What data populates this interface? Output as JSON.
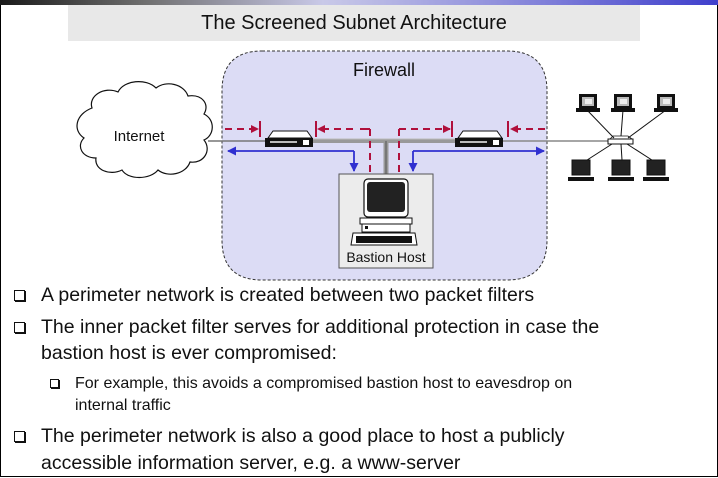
{
  "slide": {
    "title": "The Screened Subnet Architecture"
  },
  "diagram": {
    "firewall_label": "Firewall",
    "internet_label": "Internet",
    "bastion_label": "Bastion Host",
    "colors": {
      "firewall_fill": "#dcdcf5",
      "filter_arrow": "#b0103c",
      "traffic_arrow": "#3030d0",
      "title_band": "#e8e8e8"
    }
  },
  "bullets": [
    {
      "level": 1,
      "lines": [
        "A perimeter network is created between two packet filters"
      ]
    },
    {
      "level": 1,
      "lines": [
        "The inner packet filter serves for additional protection in case the",
        "bastion host is ever compromised:"
      ]
    },
    {
      "level": 2,
      "lines": [
        "For example, this avoids a compromised bastion host to eavesdrop on",
        "internal traffic"
      ]
    },
    {
      "level": 1,
      "lines": [
        "The perimeter network is also a good place to host a publicly",
        "accessible information server, e.g. a www-server"
      ]
    }
  ]
}
